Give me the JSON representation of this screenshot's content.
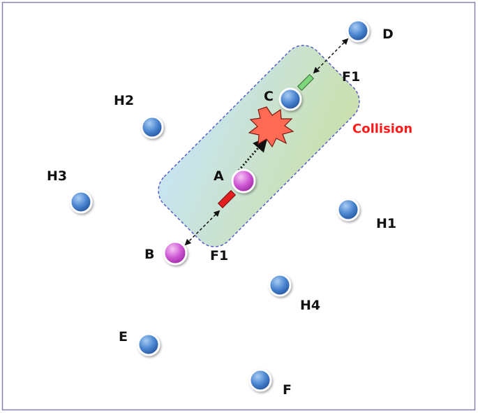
{
  "nodes": {
    "A": "A",
    "B": "B",
    "C": "C",
    "D": "D",
    "E": "E",
    "F": "F",
    "H1": "H1",
    "H2": "H2",
    "H3": "H3",
    "H4": "H4"
  },
  "frames": {
    "f1_lower": "F1",
    "f1_upper": "F1"
  },
  "collision": {
    "label": "Collision",
    "color": "#ff1a1a"
  },
  "colors": {
    "blue_node": "#3f77c6",
    "pink_node": "#d45ad8",
    "frame_red": "#e02020",
    "frame_green": "#7ed67a",
    "zone_border": "#4a55c8",
    "burst": "#ff6a55"
  }
}
